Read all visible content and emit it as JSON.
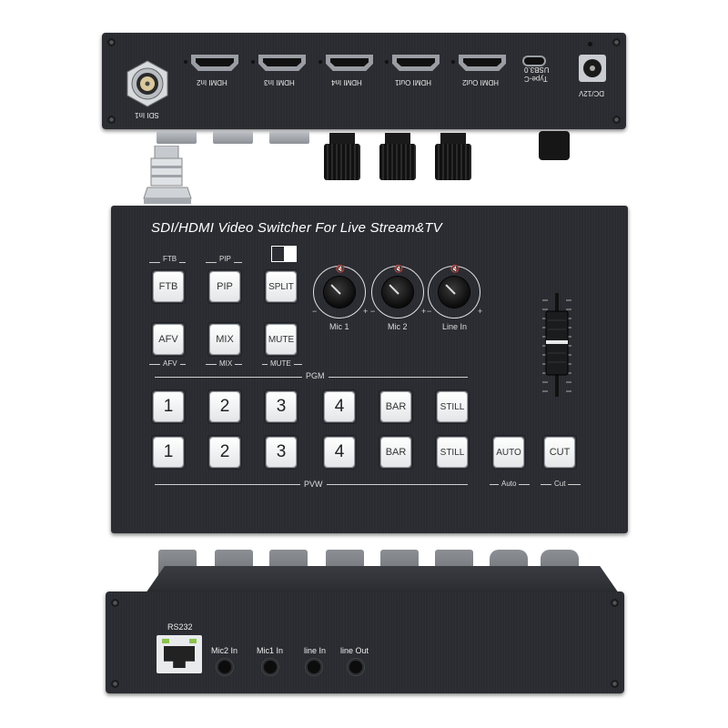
{
  "device": {
    "title": "SDI/HDMI Video Switcher For Live Stream&TV"
  },
  "rear_panel": {
    "ports": {
      "sdi_in1": "SDI In1",
      "hdmi_in2": "HDMI In2",
      "hdmi_in3": "HDMI In3",
      "hdmi_in4": "HDMI In4",
      "hdmi_out1": "HDMI Out1",
      "hdmi_out2": "HDMI Out2",
      "usb_type": "Type-C",
      "usb_ver": "USB3.0",
      "power": "DC/12V"
    }
  },
  "top_section": {
    "ftb_label": "FTB",
    "pip_label": "PIP",
    "afv_label": "AFV",
    "mix_label": "MIX",
    "mute_label": "MUTE",
    "ftb_button": "FTB",
    "pip_button": "PIP",
    "split_button": "SPLIT",
    "afv_button": "AFV",
    "mix_button": "MIX",
    "mute_button": "MUTE"
  },
  "knobs": {
    "mic1": "Mic 1",
    "mic2": "Mic 2",
    "line_in": "Line In",
    "minus": "−",
    "plus": "+"
  },
  "pgm": {
    "label": "PGM",
    "buttons": [
      "1",
      "2",
      "3",
      "4",
      "BAR",
      "STILL"
    ]
  },
  "pvw": {
    "label": "PVW",
    "buttons": [
      "1",
      "2",
      "3",
      "4",
      "BAR",
      "STILL"
    ]
  },
  "transitions": {
    "auto_button": "AUTO",
    "cut_button": "CUT",
    "auto_label": "Auto",
    "cut_label": "Cut"
  },
  "front_panel": {
    "rs232": "RS232",
    "mic2_in": "Mic2 In",
    "mic1_in": "Mic1 In",
    "line_in": "line In",
    "line_out": "line Out"
  },
  "colors": {
    "panel": "#2c2e33",
    "button_face": "#ffffff",
    "text": "#e8e8e8"
  }
}
